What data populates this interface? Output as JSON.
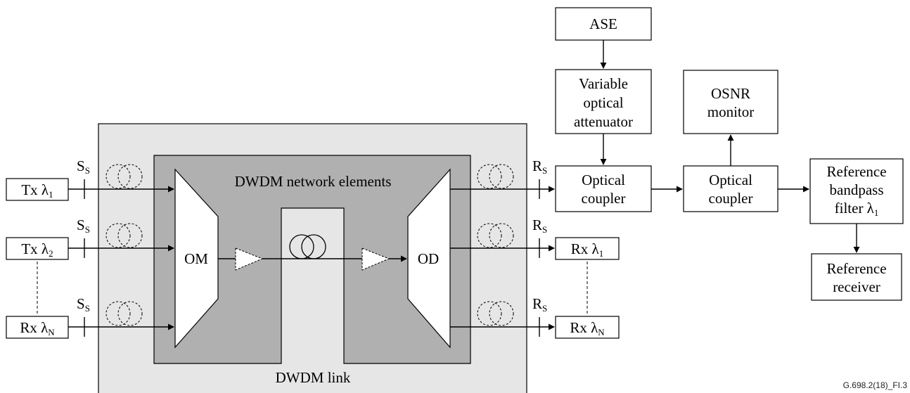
{
  "colors": {
    "link_fill": "#e6e6e6",
    "ne_fill": "#b0b0b0",
    "line": "#000000",
    "box": "#ffffff"
  },
  "blocks": {
    "tx1": {
      "main": "Tx λ",
      "sub": "1"
    },
    "tx2": {
      "main": "Tx λ",
      "sub": "2"
    },
    "rxn_left": {
      "main": "Rx λ",
      "sub": "N"
    },
    "rx1": {
      "main": "Rx λ",
      "sub": "1"
    },
    "rxn_right": {
      "main": "Rx λ",
      "sub": "N"
    },
    "om": "OM",
    "od": "OD",
    "dwdm_ne": "DWDM network elements",
    "dwdm_link": "DWDM link",
    "ase": "ASE",
    "voa": [
      "Variable",
      "optical",
      "attenuator"
    ],
    "coupler1": [
      "Optical",
      "coupler"
    ],
    "coupler2": [
      "Optical",
      "coupler"
    ],
    "osnr": [
      "OSNR",
      "monitor"
    ],
    "filter": {
      "line1": "Reference",
      "line2": "bandpass",
      "line3_main": "filter λ",
      "line3_sub": "1"
    },
    "receiver": [
      "Reference",
      "receiver"
    ]
  },
  "points": {
    "ss": {
      "main": "S",
      "sub": "S"
    },
    "rs": {
      "main": "R",
      "sub": "S"
    }
  },
  "figure_ref": "G.698.2(18)_FI.3"
}
